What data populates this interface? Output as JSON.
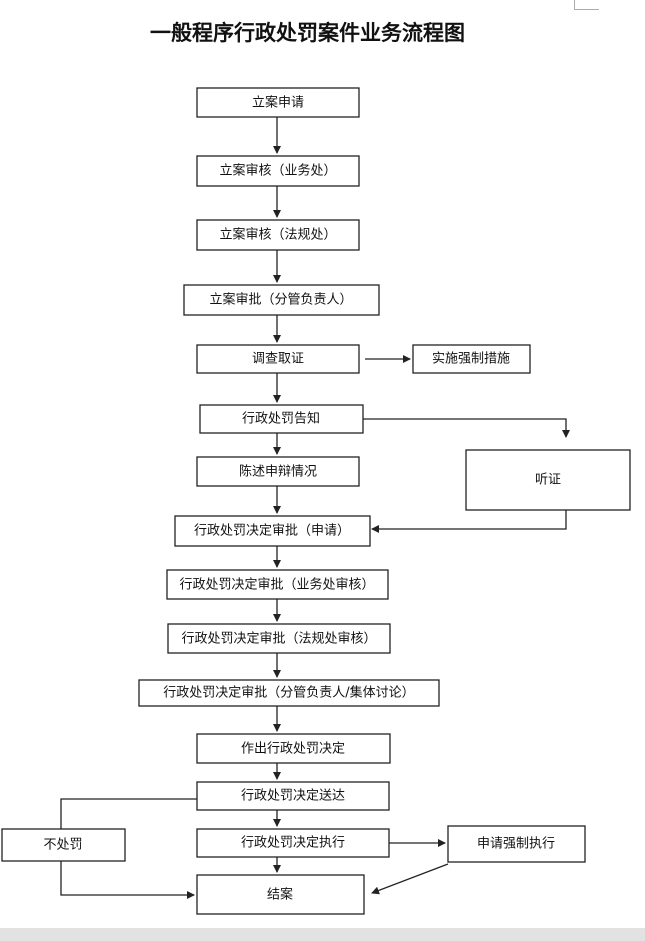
{
  "title": "一般程序行政处罚案件业务流程图",
  "nodes": {
    "n1": "立案申请",
    "n2": "立案审核（业务处）",
    "n3": "立案审核（法规处）",
    "n4": "立案审批（分管负责人）",
    "n5": "调查取证",
    "n6": "实施强制措施",
    "n7": "行政处罚告知",
    "n8": "听证",
    "n9": "陈述申辩情况",
    "n10": "行政处罚决定审批（申请）",
    "n11": "行政处罚决定审批（业务处审核）",
    "n12": "行政处罚决定审批（法规处审核）",
    "n13": "行政处罚决定审批（分管负责人/集体讨论）",
    "n14": "作出行政处罚决定",
    "n15": "行政处罚决定送达",
    "n16": "行政处罚决定执行",
    "n17": "申请强制执行",
    "n18": "不处罚",
    "n19": "结案"
  }
}
